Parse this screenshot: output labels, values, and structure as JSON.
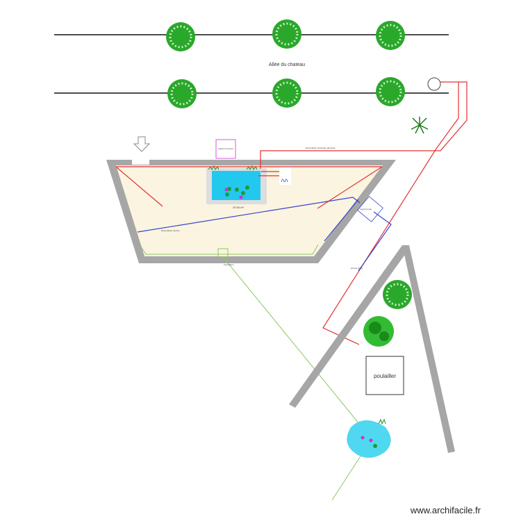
{
  "plan": {
    "street_label": "Allée du chateau",
    "area_label": "20.93 m²",
    "coop_label": "poulailler",
    "meter_box_label": "regard compteur",
    "purge_box_label": "regard purge",
    "power_label": "alimentation électrique générale",
    "shower_label": "alimentation douche",
    "drain_label": "évacuation",
    "arrival_label": "arrivée d'eau"
  },
  "colors": {
    "wall": "#a6a6a6",
    "floor": "#faf4e1",
    "pool": "#22c8ee",
    "electric": "#e53030",
    "water": "#3344cc",
    "drain": "#8cc860",
    "hedge": "#22aa22"
  },
  "watermark": "www.archifacile.fr"
}
